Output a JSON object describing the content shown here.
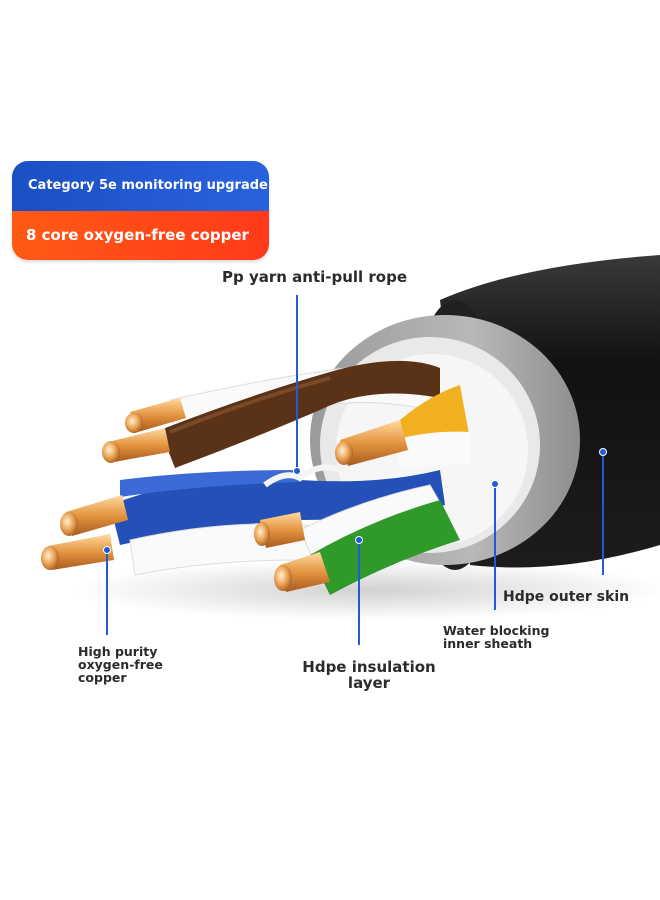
{
  "badge": {
    "top_text": "Category 5e monitoring upgrade",
    "bottom_text": "8 core oxygen-free copper",
    "top_color": "#1f55cf",
    "bottom_color": "#ff4a17"
  },
  "labels": {
    "pp_yarn": "Pp yarn anti-pull rope",
    "hdpe_outer": "Hdpe outer skin",
    "water_blocking_line1": "Water blocking",
    "water_blocking_line2": "inner sheath",
    "hdpe_insulation_line1": "Hdpe insulation",
    "hdpe_insulation_line2": "layer",
    "copper_line1": "High purity",
    "copper_line2": "oxygen-free",
    "copper_line3": "copper"
  },
  "colors": {
    "leader_line": "#1f5bd6",
    "outer_jacket": "#1c1c1c",
    "inner_sheath": "#a8a8a8",
    "brown_pair": "#5a3218",
    "blue_pair": "#2450b8",
    "green_pair": "#2f9a2a",
    "orange_pair": "#f0b020",
    "copper": "#e8a050"
  }
}
